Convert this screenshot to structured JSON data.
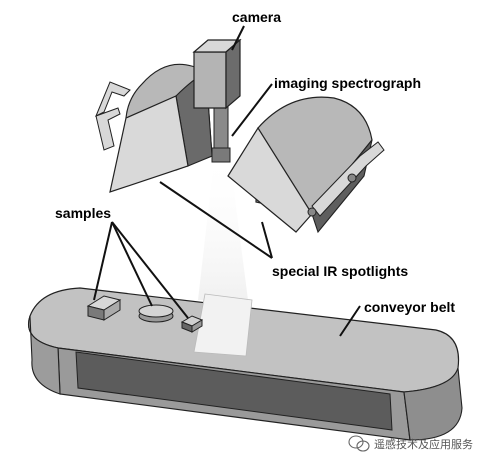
{
  "labels": {
    "camera": "camera",
    "spectrograph": "imaging spectrograph",
    "spotlights": "special IR spotlights",
    "samples": "samples",
    "conveyor": "conveyor belt"
  },
  "watermark": {
    "text": "遥感技术及应用服务"
  },
  "colors": {
    "light_face": "#d0d0d0",
    "mid_face": "#a8a8a8",
    "dark_face": "#555555",
    "belt_top": "#bdbdbd",
    "belt_side": "#6e6e6e",
    "light_beam": "#f2f2f2"
  }
}
